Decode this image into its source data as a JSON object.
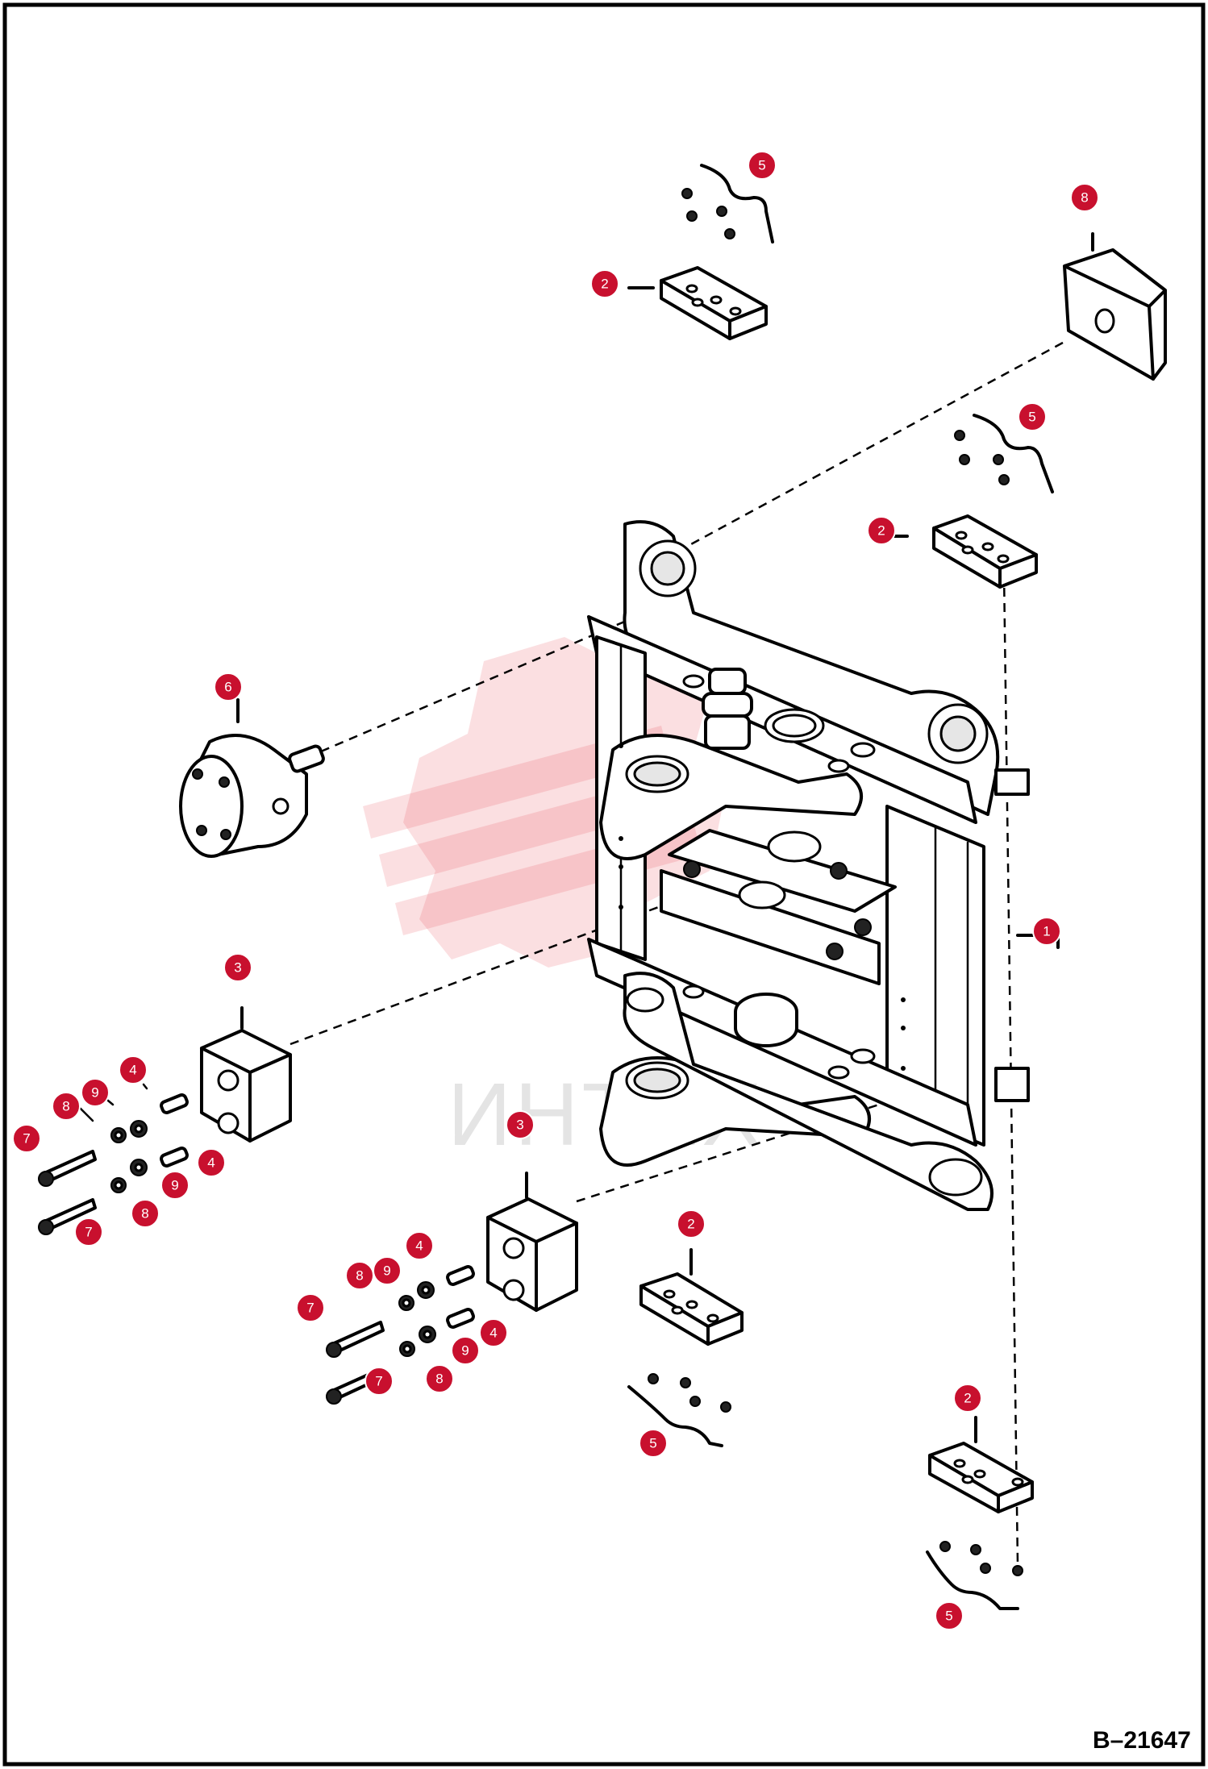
{
  "drawing": {
    "reference_number": "B–21647",
    "watermark": "ИНТЕХ"
  },
  "callouts": [
    {
      "label": "1"
    },
    {
      "label": "2"
    },
    {
      "label": "2"
    },
    {
      "label": "2"
    },
    {
      "label": "2"
    },
    {
      "label": "3"
    },
    {
      "label": "3"
    },
    {
      "label": "4"
    },
    {
      "label": "4"
    },
    {
      "label": "4"
    },
    {
      "label": "4"
    },
    {
      "label": "5"
    },
    {
      "label": "5"
    },
    {
      "label": "5"
    },
    {
      "label": "5"
    },
    {
      "label": "6"
    },
    {
      "label": "7"
    },
    {
      "label": "7"
    },
    {
      "label": "7"
    },
    {
      "label": "7"
    },
    {
      "label": "8"
    },
    {
      "label": "8"
    },
    {
      "label": "8"
    },
    {
      "label": "8"
    },
    {
      "label": "8"
    },
    {
      "label": "9"
    },
    {
      "label": "9"
    },
    {
      "label": "9"
    },
    {
      "label": "9"
    }
  ],
  "colors": {
    "callout_fill": "#c8102e",
    "line": "#000000",
    "watermark": "#e9505b"
  }
}
